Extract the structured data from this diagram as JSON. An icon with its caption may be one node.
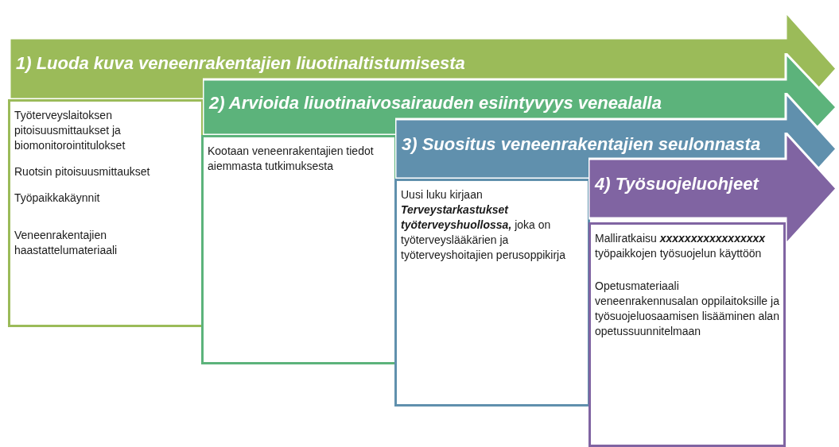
{
  "diagram": {
    "nodes": [
      {
        "text": [
          "1) Luoda kuva veneenrakentajien liuotinaltistumisesta"
        ]
      },
      {
        "text": [
          "Työterveyslaitoksen pitoisuusmittaukset ja biomonitorointitulokset",
          "Ruotsin pitoisuusmittaukset",
          "Työpaikkakäynnit",
          "Veneenrakentajien haastattelumateriaali"
        ]
      },
      {
        "text": [
          "2) Arvioida liuotinaivosairauden esiintyvyys venealalla"
        ]
      },
      {
        "text": [
          "Kootaan veneenrakentajien tiedot aiemmasta tutkimuksesta"
        ]
      },
      {
        "text": [
          "3) Suositus veneenrakentajien seulonnasta"
        ]
      },
      {
        "text": [
          "Uusi luku kirjaan **Terveystarkastukset työterveyshuollossa,** joka on työterveyslääkärien ja työterveyshoitajien perusoppikirja"
        ]
      },
      {
        "text": [
          "4) Työsuojeluohjeet"
        ]
      },
      {
        "text": [
          "Malliratkaisu **xxxxxxxxxxxxxxxxx** työpaikkojen työsuojelun käyttöön",
          "Opetusmateriaali veneenrakennusalan oppilaitoksille ja työsuojeluosaamisen lisääminen alan opetussuunnitelmaan"
        ]
      }
    ]
  }
}
